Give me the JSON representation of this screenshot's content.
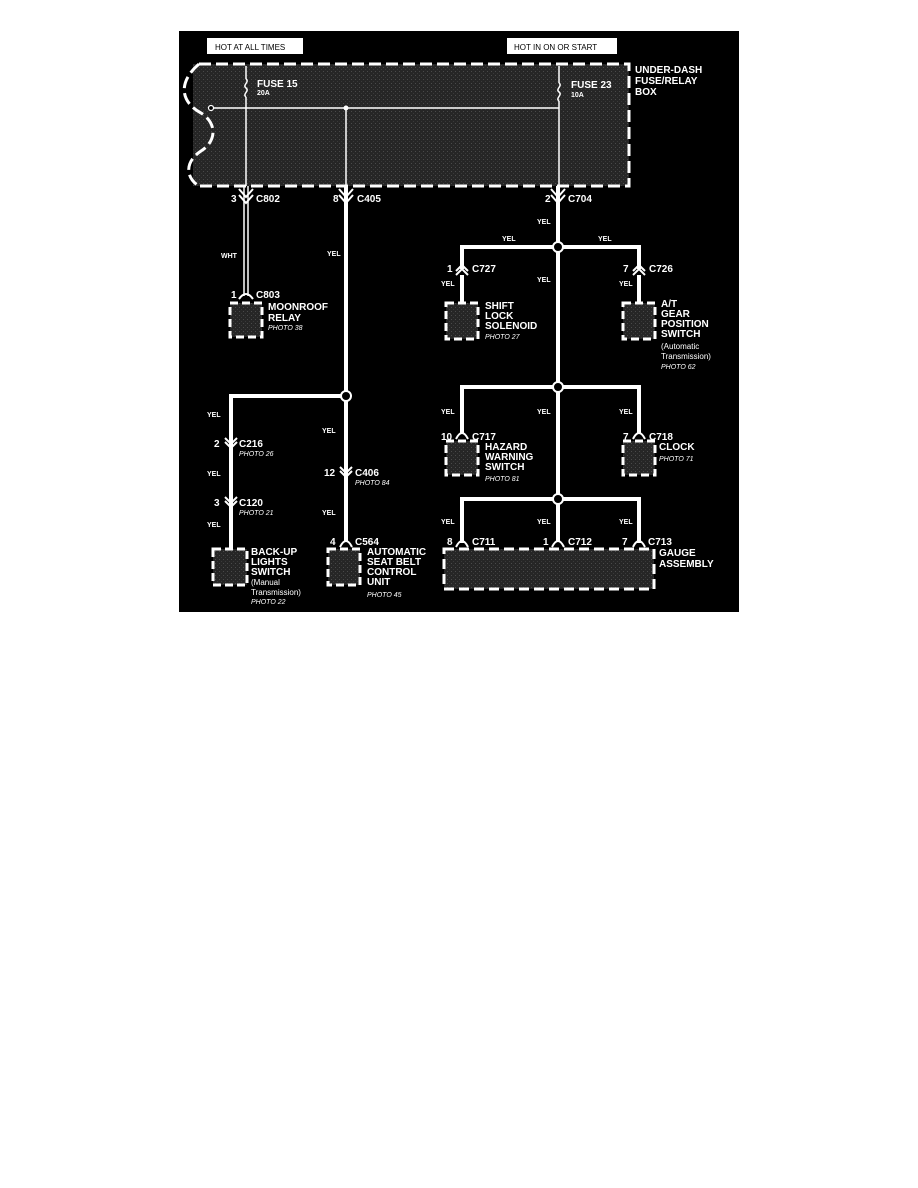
{
  "colors": {
    "background": "#000000",
    "line": "#ffffff",
    "box_fill": "#2a2a2a"
  },
  "headers": {
    "left": "HOT AT ALL TIMES",
    "right": "HOT IN ON OR START"
  },
  "fuse_box": {
    "line1": "UNDER-DASH",
    "line2": "FUSE/RELAY",
    "line3": "BOX"
  },
  "fuses": {
    "f15": {
      "name": "FUSE 15",
      "rating": "20A"
    },
    "f23": {
      "name": "FUSE 23",
      "rating": "10A"
    }
  },
  "connectors": {
    "c802": {
      "pin": "3",
      "id": "C802"
    },
    "c405": {
      "pin": "8",
      "id": "C405"
    },
    "c704": {
      "pin": "2",
      "id": "C704"
    },
    "c803": {
      "pin": "1",
      "id": "C803"
    },
    "c727": {
      "pin": "1",
      "id": "C727"
    },
    "c726": {
      "pin": "7",
      "id": "C726"
    },
    "c216": {
      "pin": "2",
      "id": "C216",
      "photo": "PHOTO 26"
    },
    "c120": {
      "pin": "3",
      "id": "C120",
      "photo": "PHOTO 21"
    },
    "c406": {
      "pin": "12",
      "id": "C406",
      "photo": "PHOTO 84"
    },
    "c564": {
      "pin": "4",
      "id": "C564"
    },
    "c717": {
      "pin": "10",
      "id": "C717"
    },
    "c718": {
      "pin": "7",
      "id": "C718"
    },
    "c711": {
      "pin": "8",
      "id": "C711"
    },
    "c712": {
      "pin": "1",
      "id": "C712"
    },
    "c713": {
      "pin": "7",
      "id": "C713"
    }
  },
  "wires": {
    "wht": "WHT",
    "yel": "YEL"
  },
  "components": {
    "moonroof": {
      "line1": "MOONROOF",
      "line2": "RELAY",
      "photo": "PHOTO 38"
    },
    "shift_lock": {
      "line1": "SHIFT",
      "line2": "LOCK",
      "line3": "SOLENOID",
      "photo": "PHOTO 27"
    },
    "at_gear": {
      "line1": "A/T",
      "line2": "GEAR",
      "line3": "POSITION",
      "line4": "SWITCH",
      "note1": "(Automatic",
      "note2": "Transmission)",
      "photo": "PHOTO 62"
    },
    "hazard": {
      "line1": "HAZARD",
      "line2": "WARNING",
      "line3": "SWITCH",
      "photo": "PHOTO 81"
    },
    "clock": {
      "line1": "CLOCK",
      "photo": "PHOTO 71"
    },
    "backup": {
      "line1": "BACK-UP",
      "line2": "LIGHTS",
      "line3": "SWITCH",
      "note1": "(Manual",
      "note2": "Transmission)",
      "photo": "PHOTO 22"
    },
    "seatbelt": {
      "line1": "AUTOMATIC",
      "line2": "SEAT BELT",
      "line3": "CONTROL",
      "line4": "UNIT",
      "photo": "PHOTO 45"
    },
    "gauge": {
      "line1": "GAUGE",
      "line2": "ASSEMBLY"
    }
  }
}
